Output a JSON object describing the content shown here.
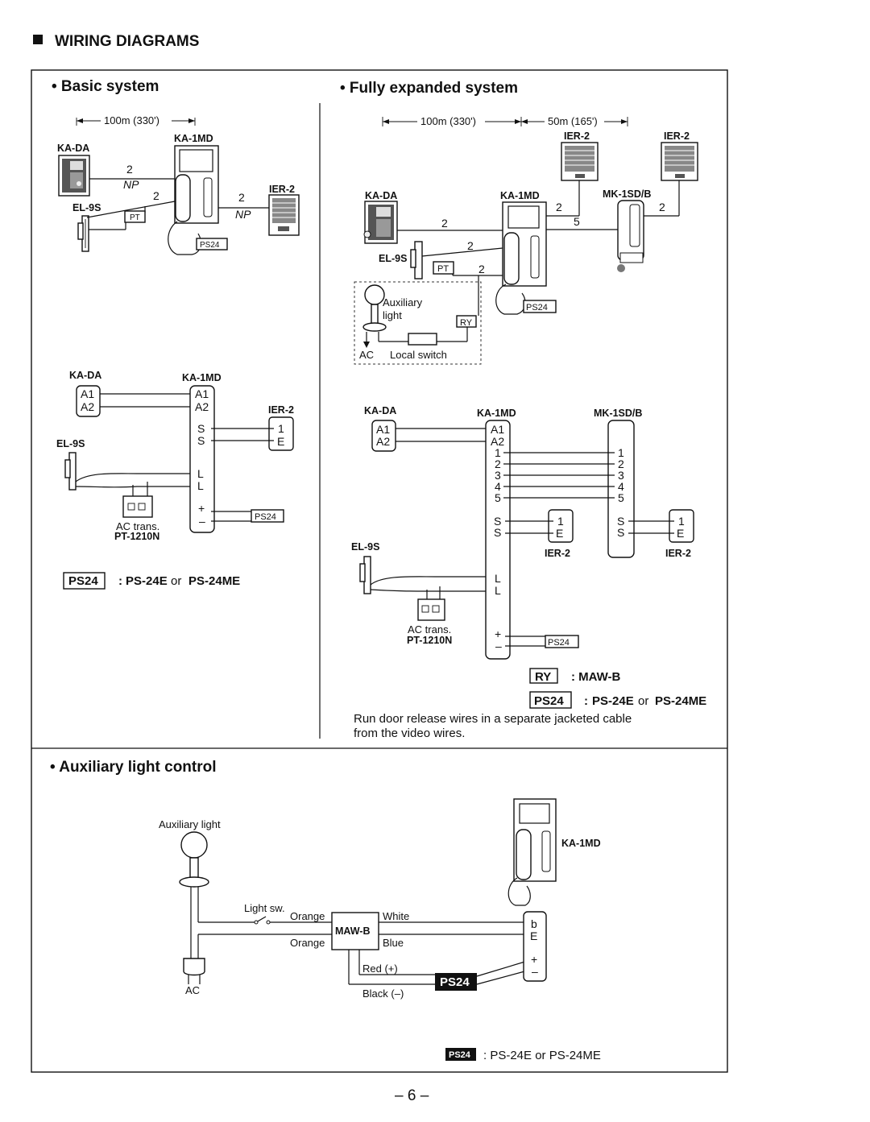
{
  "header": {
    "title": "WIRING DIAGRAMS"
  },
  "basic": {
    "title": "• Basic system",
    "distance": "100m (330')",
    "ka_da": "KA-DA",
    "ka_1md": "KA-1MD",
    "ier_2": "IER-2",
    "el_9s": "EL-9S",
    "pt": "PT",
    "ps24": "PS24",
    "wire_2": "2",
    "np": "NP",
    "t_ka_da": "KA-DA",
    "t_ka_1md": "KA-1MD",
    "t_ier_2": "IER-2",
    "t_el_9s": "EL-9S",
    "a1": "A1",
    "a2": "A2",
    "s": "S",
    "l": "L",
    "plus": "+",
    "minus": "–",
    "one": "1",
    "e": "E",
    "ac_trans": "AC trans.",
    "pt_1210n": "PT-1210N",
    "legend_key": "PS24",
    "legend_sep": ":",
    "legend_a": "PS-24E",
    "legend_or": "or",
    "legend_b": "PS-24ME"
  },
  "expanded": {
    "title": "• Fully expanded system",
    "distance_1": "100m (330')",
    "distance_2": "50m (165')",
    "ier_2_a": "IER-2",
    "ier_2_b": "IER-2",
    "ka_da": "KA-DA",
    "ka_1md": "KA-1MD",
    "mk_1sd": "MK-1SD/B",
    "el_9s": "EL-9S",
    "pt": "PT",
    "ry": "RY",
    "ps24": "PS24",
    "aux_light_1": "Auxiliary",
    "aux_light_2": "light",
    "ac": "AC",
    "local_switch": "Local switch",
    "wire_2": "2",
    "wire_5": "5",
    "t_ka_da": "KA-DA",
    "t_ka_1md": "KA-1MD",
    "t_mk": "MK-1SD/B",
    "t_el_9s": "EL-9S",
    "t_ier_a": "IER-2",
    "t_ier_b": "IER-2",
    "a1": "A1",
    "a2": "A2",
    "n1": "1",
    "n2": "2",
    "n3": "3",
    "n4": "4",
    "n5": "5",
    "s": "S",
    "e": "E",
    "l": "L",
    "plus": "+",
    "minus": "–",
    "ac_trans": "AC trans.",
    "pt_1210n": "PT-1210N",
    "legend_ry_key": "RY",
    "legend_ry": ": MAW-B",
    "legend_ps_key": "PS24",
    "legend_ps_sep": ":",
    "legend_ps_a": "PS-24E",
    "legend_ps_or": "or",
    "legend_ps_b": "PS-24ME",
    "note_1": "Run door release wires in a separate jacketed cable",
    "note_2": "from the video wires."
  },
  "aux": {
    "title": "• Auxiliary light control",
    "aux_light": "Auxiliary light",
    "ka_1md": "KA-1MD",
    "light_sw": "Light sw.",
    "orange_1": "Orange",
    "orange_2": "Orange",
    "maw_b": "MAW-B",
    "white": "White",
    "blue": "Blue",
    "red": "Red (+)",
    "black": "Black (–)",
    "ac": "AC",
    "ps24": "PS24",
    "b": "b",
    "e": "E",
    "plus": "+",
    "minus": "–",
    "legend_key": "PS24",
    "legend": ": PS-24E or PS-24ME"
  },
  "footer": {
    "page": "– 6 –"
  }
}
